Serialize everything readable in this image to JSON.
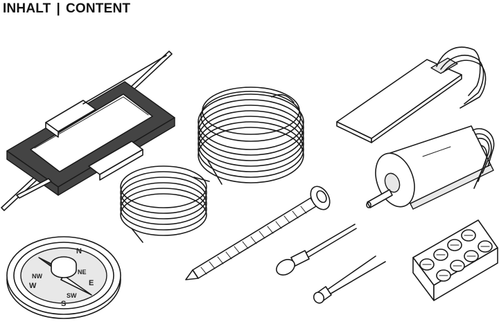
{
  "header": {
    "title_de": "INHALT",
    "separator": "|",
    "title_en": "CONTENT"
  },
  "compass": {
    "north": "N",
    "east": "E",
    "south": "S",
    "west": "W",
    "northwest": "NW",
    "southwest": "SW",
    "northeast": "NE"
  },
  "items": [
    "rectangular-iron-core-icon",
    "copper-wire-coil-icon",
    "small-wire-coil-icon",
    "metal-plate-with-wires-icon",
    "electric-motor-icon",
    "compass-icon",
    "large-screw-icon",
    "light-bulb-icon",
    "led-icon",
    "terminal-block-icon"
  ]
}
